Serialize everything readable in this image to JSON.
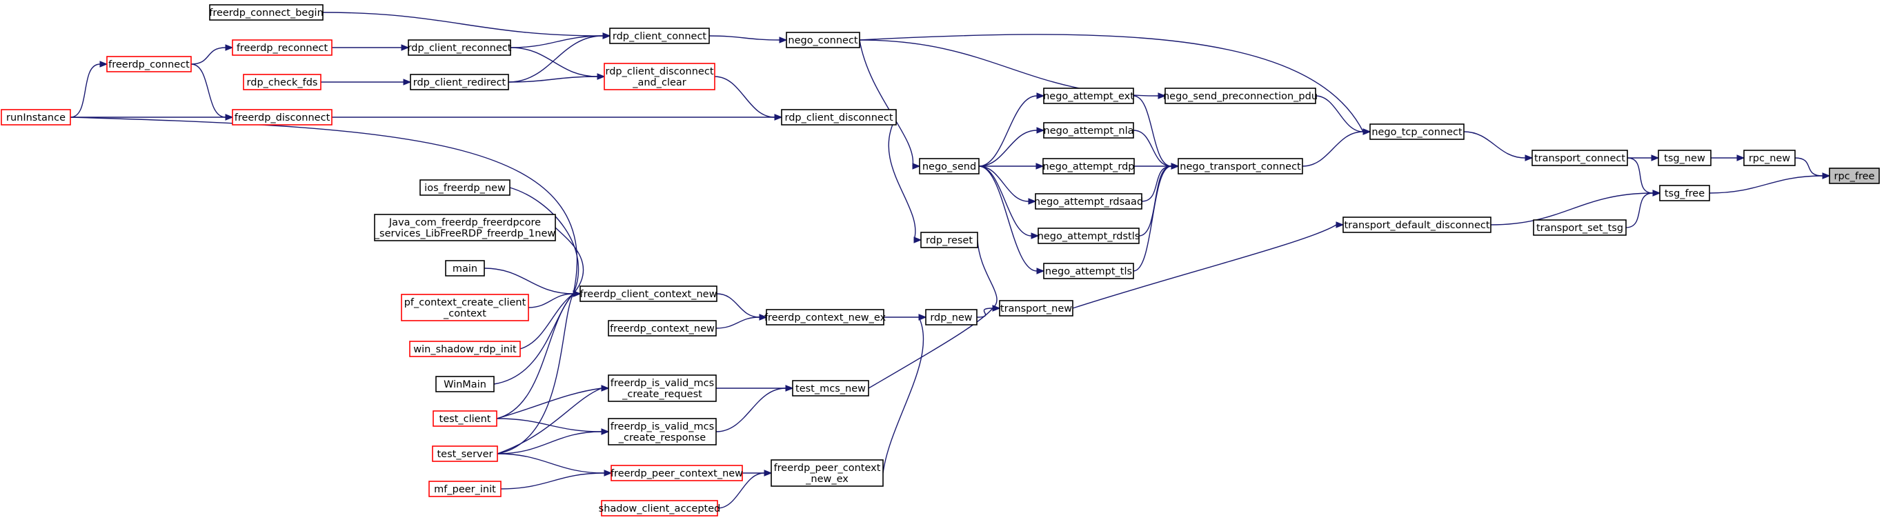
{
  "colors": {
    "edge": "#191970",
    "node_border": "#000000",
    "truncated_border": "#ff0000",
    "root_fill": "#bfbfbf",
    "node_fill": "#ffffff"
  },
  "nodes": {
    "rpc_free": {
      "lines": [
        "rpc_free"
      ],
      "style": "root"
    },
    "rpc_new": {
      "lines": [
        "rpc_new"
      ],
      "style": "black"
    },
    "tsg_new": {
      "lines": [
        "tsg_new"
      ],
      "style": "black"
    },
    "tsg_free": {
      "lines": [
        "tsg_free"
      ],
      "style": "black"
    },
    "transport_connect": {
      "lines": [
        "transport_connect"
      ],
      "style": "black"
    },
    "transport_set_tsg": {
      "lines": [
        "transport_set_tsg"
      ],
      "style": "black"
    },
    "transport_default_disconnect": {
      "lines": [
        "transport_default_disconnect"
      ],
      "style": "black"
    },
    "nego_tcp_connect": {
      "lines": [
        "nego_tcp_connect"
      ],
      "style": "black"
    },
    "nego_send_preconnection_pdu": {
      "lines": [
        "nego_send_preconnection_pdu"
      ],
      "style": "black"
    },
    "nego_transport_connect": {
      "lines": [
        "nego_transport_connect"
      ],
      "style": "black"
    },
    "nego_attempt_ext": {
      "lines": [
        "nego_attempt_ext"
      ],
      "style": "black"
    },
    "nego_attempt_nla": {
      "lines": [
        "nego_attempt_nla"
      ],
      "style": "black"
    },
    "nego_attempt_rdp": {
      "lines": [
        "nego_attempt_rdp"
      ],
      "style": "black"
    },
    "nego_attempt_rdsaad": {
      "lines": [
        "nego_attempt_rdsaad"
      ],
      "style": "black"
    },
    "nego_attempt_rdstls": {
      "lines": [
        "nego_attempt_rdstls"
      ],
      "style": "black"
    },
    "nego_attempt_tls": {
      "lines": [
        "nego_attempt_tls"
      ],
      "style": "black"
    },
    "nego_send": {
      "lines": [
        "nego_send"
      ],
      "style": "black"
    },
    "nego_connect": {
      "lines": [
        "nego_connect"
      ],
      "style": "black"
    },
    "rdp_client_connect": {
      "lines": [
        "rdp_client_connect"
      ],
      "style": "black"
    },
    "rdp_client_disconnect_and_clear": {
      "lines": [
        "rdp_client_disconnect",
        "_and_clear"
      ],
      "style": "red"
    },
    "rdp_client_disconnect": {
      "lines": [
        "rdp_client_disconnect"
      ],
      "style": "black"
    },
    "rdp_reset": {
      "lines": [
        "rdp_reset"
      ],
      "style": "black"
    },
    "transport_new": {
      "lines": [
        "transport_new"
      ],
      "style": "black"
    },
    "rdp_new": {
      "lines": [
        "rdp_new"
      ],
      "style": "black"
    },
    "test_mcs_new": {
      "lines": [
        "test_mcs_new"
      ],
      "style": "black"
    },
    "freerdp_peer_context_new_ex": {
      "lines": [
        "freerdp_peer_context",
        "_new_ex"
      ],
      "style": "black"
    },
    "freerdp_context_new_ex": {
      "lines": [
        "freerdp_context_new_ex"
      ],
      "style": "black"
    },
    "freerdp_client_context_new": {
      "lines": [
        "freerdp_client_context_new"
      ],
      "style": "black"
    },
    "freerdp_context_new": {
      "lines": [
        "freerdp_context_new"
      ],
      "style": "black"
    },
    "freerdp_is_valid_mcs_create_request": {
      "lines": [
        "freerdp_is_valid_mcs",
        "_create_request"
      ],
      "style": "black"
    },
    "freerdp_is_valid_mcs_create_response": {
      "lines": [
        "freerdp_is_valid_mcs",
        "_create_response"
      ],
      "style": "black"
    },
    "freerdp_peer_context_new": {
      "lines": [
        "freerdp_peer_context_new"
      ],
      "style": "red"
    },
    "shadow_client_accepted": {
      "lines": [
        "shadow_client_accepted"
      ],
      "style": "red"
    },
    "rdp_client_reconnect": {
      "lines": [
        "rdp_client_reconnect"
      ],
      "style": "black"
    },
    "rdp_client_redirect": {
      "lines": [
        "rdp_client_redirect"
      ],
      "style": "black"
    },
    "freerdp_connect_begin": {
      "lines": [
        "freerdp_connect_begin"
      ],
      "style": "black"
    },
    "freerdp_reconnect": {
      "lines": [
        "freerdp_reconnect"
      ],
      "style": "red"
    },
    "rdp_check_fds": {
      "lines": [
        "rdp_check_fds"
      ],
      "style": "red"
    },
    "freerdp_disconnect": {
      "lines": [
        "freerdp_disconnect"
      ],
      "style": "red"
    },
    "freerdp_connect": {
      "lines": [
        "freerdp_connect"
      ],
      "style": "red"
    },
    "runInstance": {
      "lines": [
        "runInstance"
      ],
      "style": "red"
    },
    "ios_freerdp_new": {
      "lines": [
        "ios_freerdp_new"
      ],
      "style": "black"
    },
    "java_freerdp_new": {
      "lines": [
        "Java_com_freerdp_freerdpcore",
        "_services_LibFreeRDP_freerdp_1new"
      ],
      "style": "black"
    },
    "main": {
      "lines": [
        "main"
      ],
      "style": "black"
    },
    "pf_context_create_client_context": {
      "lines": [
        "pf_context_create_client",
        "_context"
      ],
      "style": "red"
    },
    "win_shadow_rdp_init": {
      "lines": [
        "win_shadow_rdp_init"
      ],
      "style": "red"
    },
    "WinMain": {
      "lines": [
        "WinMain"
      ],
      "style": "black"
    },
    "test_client": {
      "lines": [
        "test_client"
      ],
      "style": "red"
    },
    "test_server": {
      "lines": [
        "test_server"
      ],
      "style": "red"
    },
    "mf_peer_init": {
      "lines": [
        "mf_peer_init"
      ],
      "style": "red"
    }
  },
  "edges": [
    [
      "rpc_new",
      "rpc_free"
    ],
    [
      "tsg_free",
      "rpc_free"
    ],
    [
      "tsg_new",
      "rpc_new"
    ],
    [
      "transport_connect",
      "tsg_new"
    ],
    [
      "transport_connect",
      "tsg_free"
    ],
    [
      "transport_default_disconnect",
      "tsg_free"
    ],
    [
      "transport_set_tsg",
      "tsg_free"
    ],
    [
      "nego_tcp_connect",
      "transport_connect"
    ],
    [
      "transport_new",
      "transport_default_disconnect"
    ],
    [
      "nego_connect",
      "nego_tcp_connect"
    ],
    [
      "nego_send_preconnection_pdu",
      "nego_tcp_connect"
    ],
    [
      "nego_transport_connect",
      "nego_tcp_connect"
    ],
    [
      "nego_connect",
      "nego_send_preconnection_pdu"
    ],
    [
      "nego_attempt_ext",
      "nego_transport_connect"
    ],
    [
      "nego_attempt_nla",
      "nego_transport_connect"
    ],
    [
      "nego_attempt_rdp",
      "nego_transport_connect"
    ],
    [
      "nego_attempt_rdsaad",
      "nego_transport_connect"
    ],
    [
      "nego_attempt_rdstls",
      "nego_transport_connect"
    ],
    [
      "nego_attempt_tls",
      "nego_transport_connect"
    ],
    [
      "nego_send",
      "nego_attempt_ext"
    ],
    [
      "nego_send",
      "nego_attempt_nla"
    ],
    [
      "nego_send",
      "nego_attempt_rdp"
    ],
    [
      "nego_send",
      "nego_attempt_rdsaad"
    ],
    [
      "nego_send",
      "nego_attempt_rdstls"
    ],
    [
      "nego_send",
      "nego_attempt_tls"
    ],
    [
      "nego_connect",
      "nego_send"
    ],
    [
      "rdp_client_connect",
      "nego_connect"
    ],
    [
      "freerdp_connect_begin",
      "rdp_client_connect"
    ],
    [
      "rdp_client_reconnect",
      "rdp_client_connect"
    ],
    [
      "rdp_client_redirect",
      "rdp_client_connect"
    ],
    [
      "freerdp_reconnect",
      "rdp_client_reconnect"
    ],
    [
      "rdp_check_fds",
      "rdp_client_redirect"
    ],
    [
      "freerdp_connect",
      "freerdp_reconnect"
    ],
    [
      "freerdp_connect",
      "freerdp_disconnect"
    ],
    [
      "runInstance",
      "freerdp_connect"
    ],
    [
      "rdp_client_reconnect",
      "rdp_client_disconnect_and_clear"
    ],
    [
      "rdp_client_redirect",
      "rdp_client_disconnect_and_clear"
    ],
    [
      "rdp_client_disconnect_and_clear",
      "rdp_client_disconnect"
    ],
    [
      "freerdp_disconnect",
      "rdp_client_disconnect"
    ],
    [
      "runInstance",
      "freerdp_disconnect"
    ],
    [
      "rdp_client_disconnect",
      "rdp_reset"
    ],
    [
      "rdp_reset",
      "transport_new"
    ],
    [
      "rdp_new",
      "transport_new"
    ],
    [
      "test_mcs_new",
      "transport_new"
    ],
    [
      "freerdp_context_new_ex",
      "rdp_new"
    ],
    [
      "freerdp_peer_context_new_ex",
      "rdp_new"
    ],
    [
      "freerdp_client_context_new",
      "freerdp_context_new_ex"
    ],
    [
      "freerdp_context_new",
      "freerdp_context_new_ex"
    ],
    [
      "freerdp_is_valid_mcs_create_request",
      "test_mcs_new"
    ],
    [
      "freerdp_is_valid_mcs_create_response",
      "test_mcs_new"
    ],
    [
      "freerdp_peer_context_new",
      "freerdp_peer_context_new_ex"
    ],
    [
      "shadow_client_accepted",
      "freerdp_peer_context_new_ex"
    ],
    [
      "runInstance",
      "freerdp_client_context_new"
    ],
    [
      "ios_freerdp_new",
      "freerdp_client_context_new"
    ],
    [
      "java_freerdp_new",
      "freerdp_client_context_new"
    ],
    [
      "main",
      "freerdp_client_context_new"
    ],
    [
      "pf_context_create_client_context",
      "freerdp_client_context_new"
    ],
    [
      "win_shadow_rdp_init",
      "freerdp_client_context_new"
    ],
    [
      "WinMain",
      "freerdp_client_context_new"
    ],
    [
      "test_client",
      "freerdp_client_context_new"
    ],
    [
      "test_server",
      "freerdp_client_context_new"
    ],
    [
      "test_client",
      "freerdp_is_valid_mcs_create_request"
    ],
    [
      "test_client",
      "freerdp_is_valid_mcs_create_response"
    ],
    [
      "test_server",
      "freerdp_is_valid_mcs_create_request"
    ],
    [
      "test_server",
      "freerdp_is_valid_mcs_create_response"
    ],
    [
      "test_server",
      "freerdp_peer_context_new"
    ],
    [
      "mf_peer_init",
      "freerdp_peer_context_new"
    ]
  ]
}
